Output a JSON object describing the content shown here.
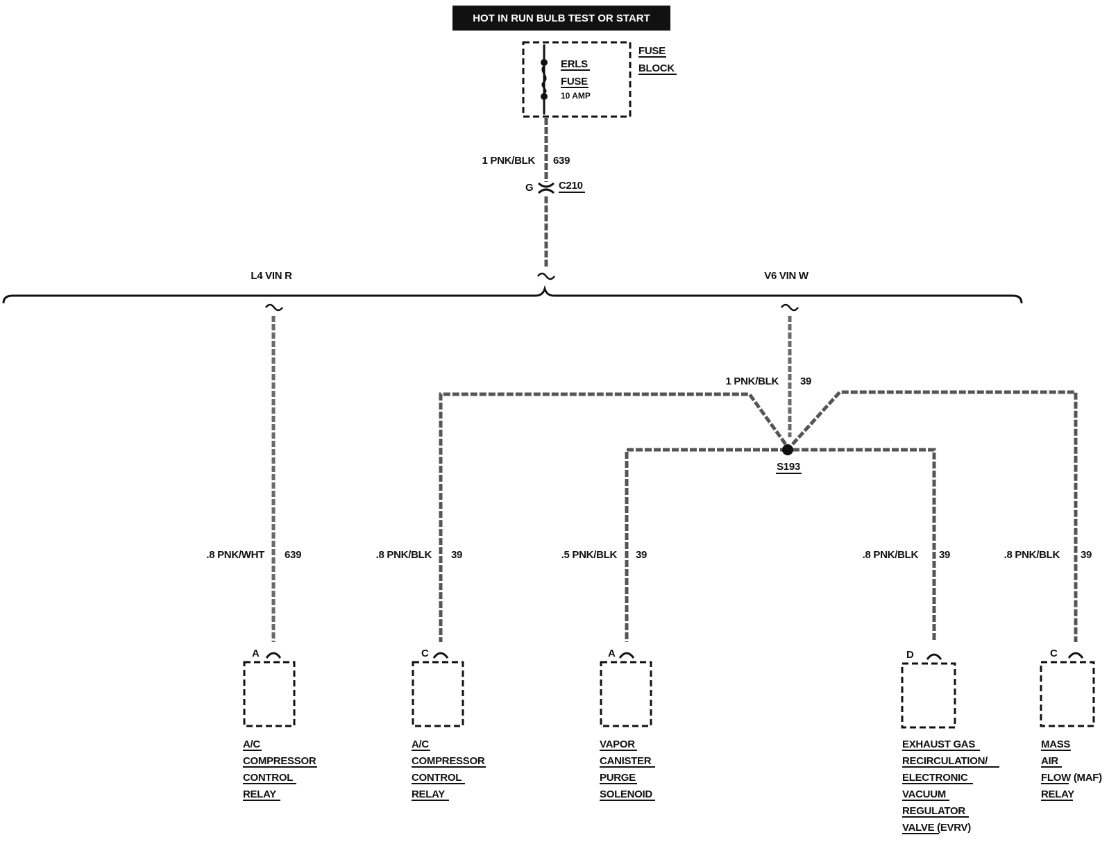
{
  "header": {
    "power_label": "HOT IN RUN  BULB TEST OR START"
  },
  "fuse_block": {
    "fuse_name_line1": "ERLS",
    "fuse_name_line2": "FUSE",
    "fuse_rating": "10 AMP",
    "block_line1": "FUSE",
    "block_line2": "BLOCK"
  },
  "feed_wire": {
    "gauge_color": "1 PNK/BLK",
    "circuit": "639"
  },
  "connector": {
    "pin": "G",
    "id": "C210"
  },
  "branches": {
    "left": "L4 VIN R",
    "right": "V6 VIN W"
  },
  "splice_feed": {
    "gauge_color": "1 PNK/BLK",
    "circuit": "39"
  },
  "splice": {
    "id": "S193"
  },
  "loads": [
    {
      "wire": ".8 PNK/WHT",
      "circuit": "639",
      "pin": "A",
      "name": [
        "A/C",
        "COMPRESSOR",
        "CONTROL",
        "RELAY"
      ]
    },
    {
      "wire": ".8 PNK/BLK",
      "circuit": "39",
      "pin": "C",
      "name": [
        "A/C",
        "COMPRESSOR",
        "CONTROL",
        "RELAY"
      ]
    },
    {
      "wire": ".5 PNK/BLK",
      "circuit": "39",
      "pin": "A",
      "name": [
        "VAPOR",
        "CANISTER",
        "PURGE",
        "SOLENOID"
      ]
    },
    {
      "wire": ".8 PNK/BLK",
      "circuit": "39",
      "pin": "D",
      "name": [
        "EXHAUST GAS",
        "RECIRCULATION/",
        "ELECTRONIC",
        "VACUUM",
        "REGULATOR",
        "VALVE (EVRV)"
      ]
    },
    {
      "wire": ".8 PNK/BLK",
      "circuit": "39",
      "pin": "C",
      "name": [
        "MASS",
        "AIR",
        "FLOW (MAF)",
        "RELAY"
      ]
    }
  ]
}
